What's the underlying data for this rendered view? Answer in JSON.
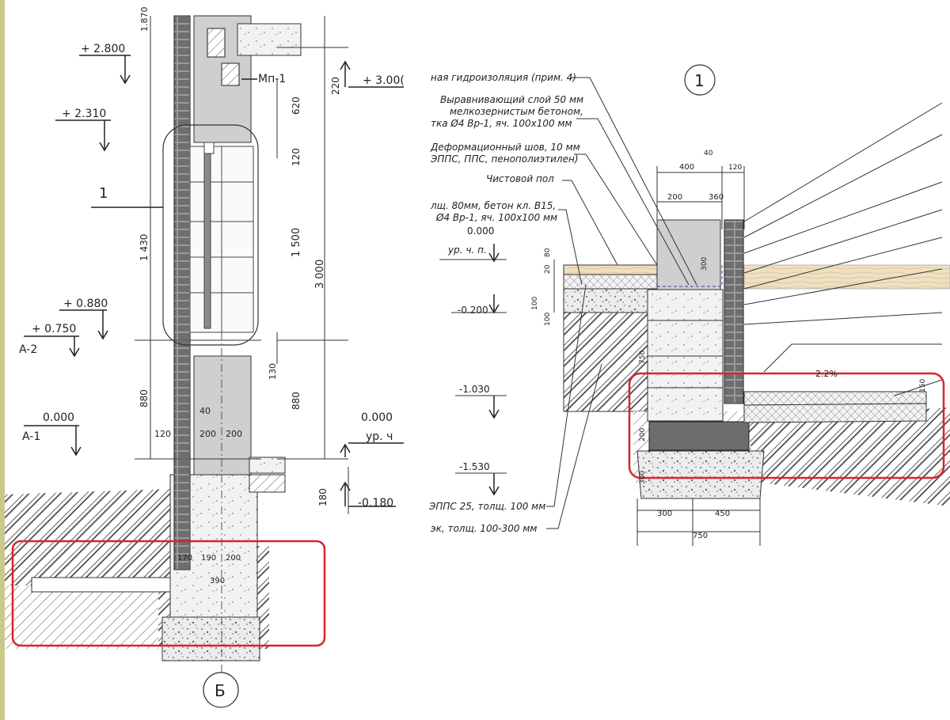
{
  "left_detail": {
    "elevations": {
      "e2800": "+ 2.800",
      "e2310": "+ 2.310",
      "e0880": "+ 0.880",
      "e0750": "+ 0.750",
      "e0000": "0.000",
      "e0000r": "0.000",
      "e3000": "+ 3.00(",
      "e0180": "-0.180"
    },
    "axes": {
      "a2": "A-2",
      "a1": "A-1"
    },
    "floor_ref": "ур. ч",
    "callout": "1",
    "lintel": "Мп-1",
    "axis_bubble": "Б",
    "dims_vertical": {
      "d1870": "1.870",
      "d1430": "1 430",
      "d880a": "880",
      "d220": "220",
      "d620": "620",
      "d120": "120",
      "d1500": "1 500",
      "d3000": "3 000",
      "d130": "130",
      "d880b": "880",
      "d180": "180"
    },
    "dims_horizontal": {
      "d40": "40",
      "d120": "120",
      "d200a": "200",
      "d200b": "200",
      "d170": "170",
      "d190": "190",
      "d200c": "200",
      "d390": "390"
    }
  },
  "right_detail": {
    "callout": "1",
    "notes": [
      "ная гидроизоляция (прим. 4)",
      "Выравнивающий слой 50 мм",
      "мелкозернистым бетоном,",
      "тка Ø4 Вр-1, яч. 100х100 мм",
      "Деформационный шов, 10 мм",
      "ЭППС, ППС, пенополиэтилен)",
      "Чистовой пол",
      "лщ. 80мм, бетон кл. В15,",
      "Ø4 Вр-1, яч. 100х100 мм"
    ],
    "notes_bottom": [
      "ЭППС 25, толщ. 100 мм",
      "эк, толщ. 100-300 мм"
    ],
    "elevations": {
      "e0000": "0.000",
      "floor_ref": "ур. ч. п.",
      "e0200": "-0.200",
      "e1030": "-1.030",
      "e1530": "-1.530"
    },
    "dims": {
      "d400": "400",
      "d40": "40",
      "d120": "120",
      "d200": "200",
      "d360": "360",
      "d300v": "300",
      "d80": "80",
      "d20": "20",
      "d100a": "100",
      "d100b": "100",
      "d750v": "750",
      "d200v": "200",
      "d300b": "300",
      "d300": "300",
      "d450": "450",
      "d750": "750",
      "d150": "150",
      "slope": "2.2%"
    }
  },
  "highlight_color": "#d9232f"
}
